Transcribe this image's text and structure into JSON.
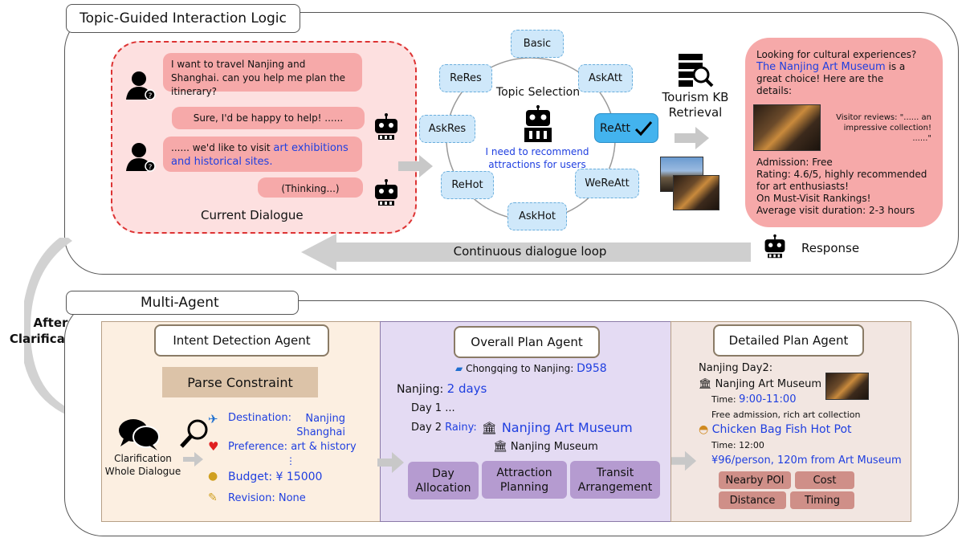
{
  "top": {
    "title": "Topic-Guided Interaction Logic",
    "dialogue": {
      "user1": "I want to travel Nanjing and Shanghai. can you help me plan the itinerary?",
      "bot1": "Sure, I'd be happy to help! ......",
      "user2_prefix": "...... we'd like to visit ",
      "user2_highlight": "art exhibitions and historical sites.",
      "bot2": "(Thinking...)",
      "caption": "Current Dialogue"
    },
    "topics": {
      "basic": "Basic",
      "askatt": "AskAtt",
      "reatt": "ReAtt",
      "wereatt": "WeReAtt",
      "askhot": "AskHot",
      "rehot": "ReHot",
      "askres": "AskRes",
      "reres": "ReRes",
      "center_title": "Topic Selection",
      "center_text": "I need to recommend attractions for users"
    },
    "kb_label": "Tourism KB Retrieval",
    "response": {
      "line1": "Looking for cultural experiences?",
      "highlight": "The Nanjing Art Museum",
      "line2": " is a great choice! Here are the details:",
      "reviews": "Visitor reviews: \"...... an impressive collection! ......\"",
      "admission": "Admission: Free",
      "rating": "Rating: 4.6/5, highly recommended for art enthusiasts!",
      "ranking": "On Must-Visit Rankings!",
      "duration": "Average visit duration: 2-3 hours"
    },
    "response_label": "Response",
    "loop_label": "Continuous dialogue loop"
  },
  "after_clarification": "After Clarification",
  "bottom": {
    "title": "Multi-Agent",
    "intent": {
      "title": "Intent Detection Agent",
      "parse": "Parse Constraint",
      "clar_label": "Clarification Whole Dialogue",
      "destination_label": "Destination: ",
      "destination_value": "Nanjing Shanghai",
      "preference": "Preference: art & history",
      "dots": "⋮",
      "budget": "Budget: ¥ 15000",
      "revision": "Revision: None"
    },
    "overall": {
      "title": "Overall Plan Agent",
      "train": "Chongqing to Nanjing: ",
      "train_no": "D958",
      "nanjing": "Nanjing: ",
      "days": "2 days",
      "day1": "Day 1 ...",
      "day2": "Day 2 ",
      "rainy": "Rainy:",
      "art_museum": "Nanjing Art Museum",
      "museum": "Nanjing Museum",
      "btn_day": "Day Allocation",
      "btn_attraction": "Attraction Planning",
      "btn_transit": "Transit Arrangement"
    },
    "detailed": {
      "title": "Detailed Plan Agent",
      "day": "Nanjing Day2:",
      "museum": "Nanjing Art Museum",
      "time_label": "Time: ",
      "time_value": "9:00-11:00",
      "note": "Free admission, rich art collection",
      "restaurant": "Chicken Bag Fish Hot Pot",
      "time2": "Time: 12:00",
      "price": "¥96/person, 120m from Art Museum",
      "tags": [
        "Nearby POI",
        "Cost",
        "Distance",
        "Timing"
      ]
    }
  },
  "colors": {
    "pink": "#f6a9a9",
    "pink_bg": "#fde0e0",
    "topic": "#cfe8fa",
    "topic_active": "#43b3ee",
    "intent_bg": "#fcefe1",
    "overall_bg": "#e4dbf3",
    "detailed_bg": "#f2e6e1",
    "blue_text": "#1f3fe0"
  }
}
